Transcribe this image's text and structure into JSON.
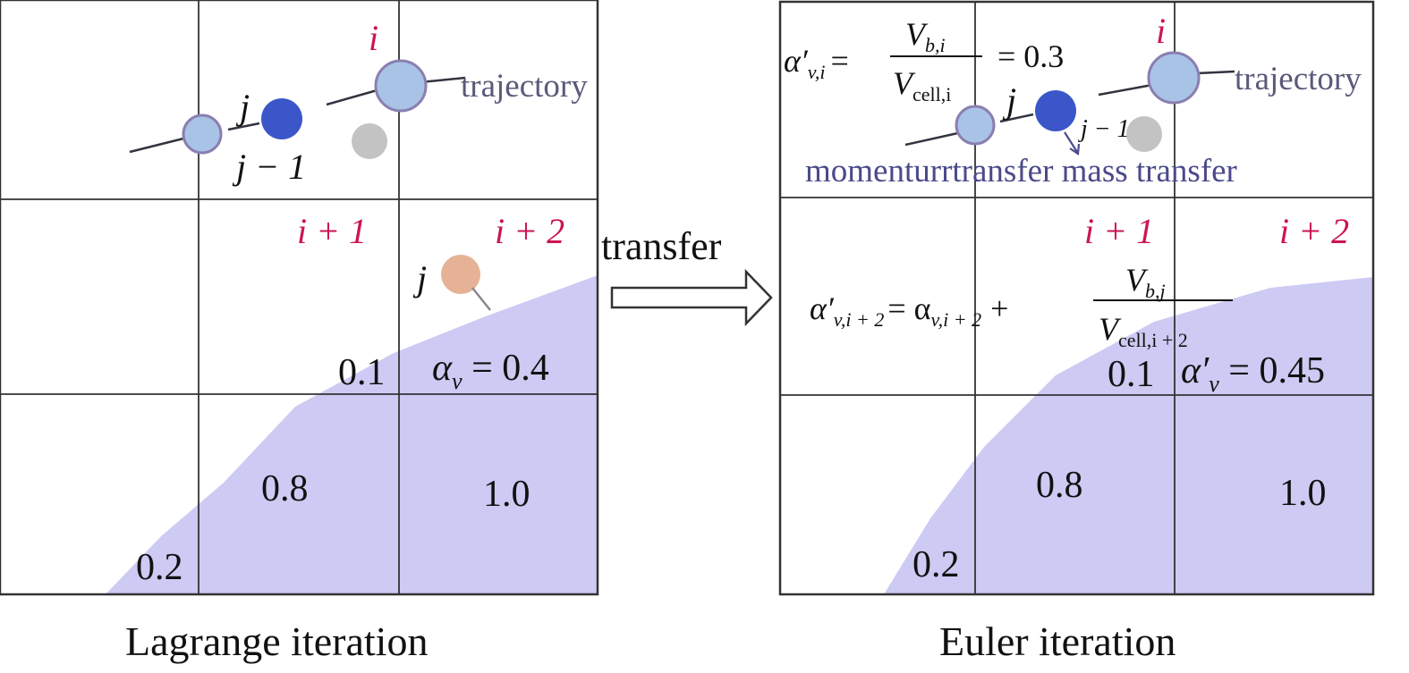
{
  "left_panel": {
    "caption": "Lagrange iteration",
    "cell_labels": {
      "i": "i",
      "i1": "i + 1",
      "i2": "i + 2"
    },
    "bubble_labels": {
      "j": "j",
      "j_minus_1": "j − 1",
      "j_lower": "j"
    },
    "trajectory_label": "trajectory",
    "volume_fractions": {
      "top_left_small": "0.1",
      "alpha_prefix": "α",
      "alpha_sub": "v",
      "alpha_value": " = 0.4",
      "center": "0.8",
      "right": "1.0",
      "corner": "0.2"
    }
  },
  "arrow_label": "transfer",
  "right_panel": {
    "caption": "Euler iteration",
    "cell_labels": {
      "i": "i",
      "i1": "i + 1",
      "i2": "i + 2"
    },
    "bubble_labels": {
      "j": "j",
      "j_minus_1": "j − 1"
    },
    "trajectory_label": "trajectory",
    "transfer_text": "momenturrtransfer mass transfer",
    "formula_top": {
      "lhs": "α′",
      "lhs_sub": "v,i",
      "eq": "=",
      "num": "V",
      "num_sub": "b,i",
      "den": "V",
      "den_sub": "cell,i",
      "rhs": "= 0.3"
    },
    "formula_mid": {
      "lhs": "α′",
      "lhs_sub": "v,i + 2",
      "eq": "= α",
      "eq_sub": "v,i + 2",
      "plus": "+",
      "num": "V",
      "num_sub": "b,j",
      "den": "V",
      "den_sub": "cell,i + 2"
    },
    "volume_fractions": {
      "small": "0.1",
      "alpha_prefix": "α′",
      "alpha_sub": "v",
      "alpha_value": " = 0.45",
      "center": "0.8",
      "right": "1.0",
      "corner": "0.2"
    }
  },
  "colors": {
    "fill": "#cdcaf3",
    "grid": "#333333",
    "grid_inner": "#7a7a88",
    "red_label": "#cc1452",
    "traj_text": "#5a5a7a",
    "transfer_text": "#4a4a8a",
    "bubble_light": "#a9c3e6",
    "bubble_dark": "#3a56c8",
    "bubble_gray": "#c3c3c3",
    "bubble_orange": "#e6b296"
  }
}
